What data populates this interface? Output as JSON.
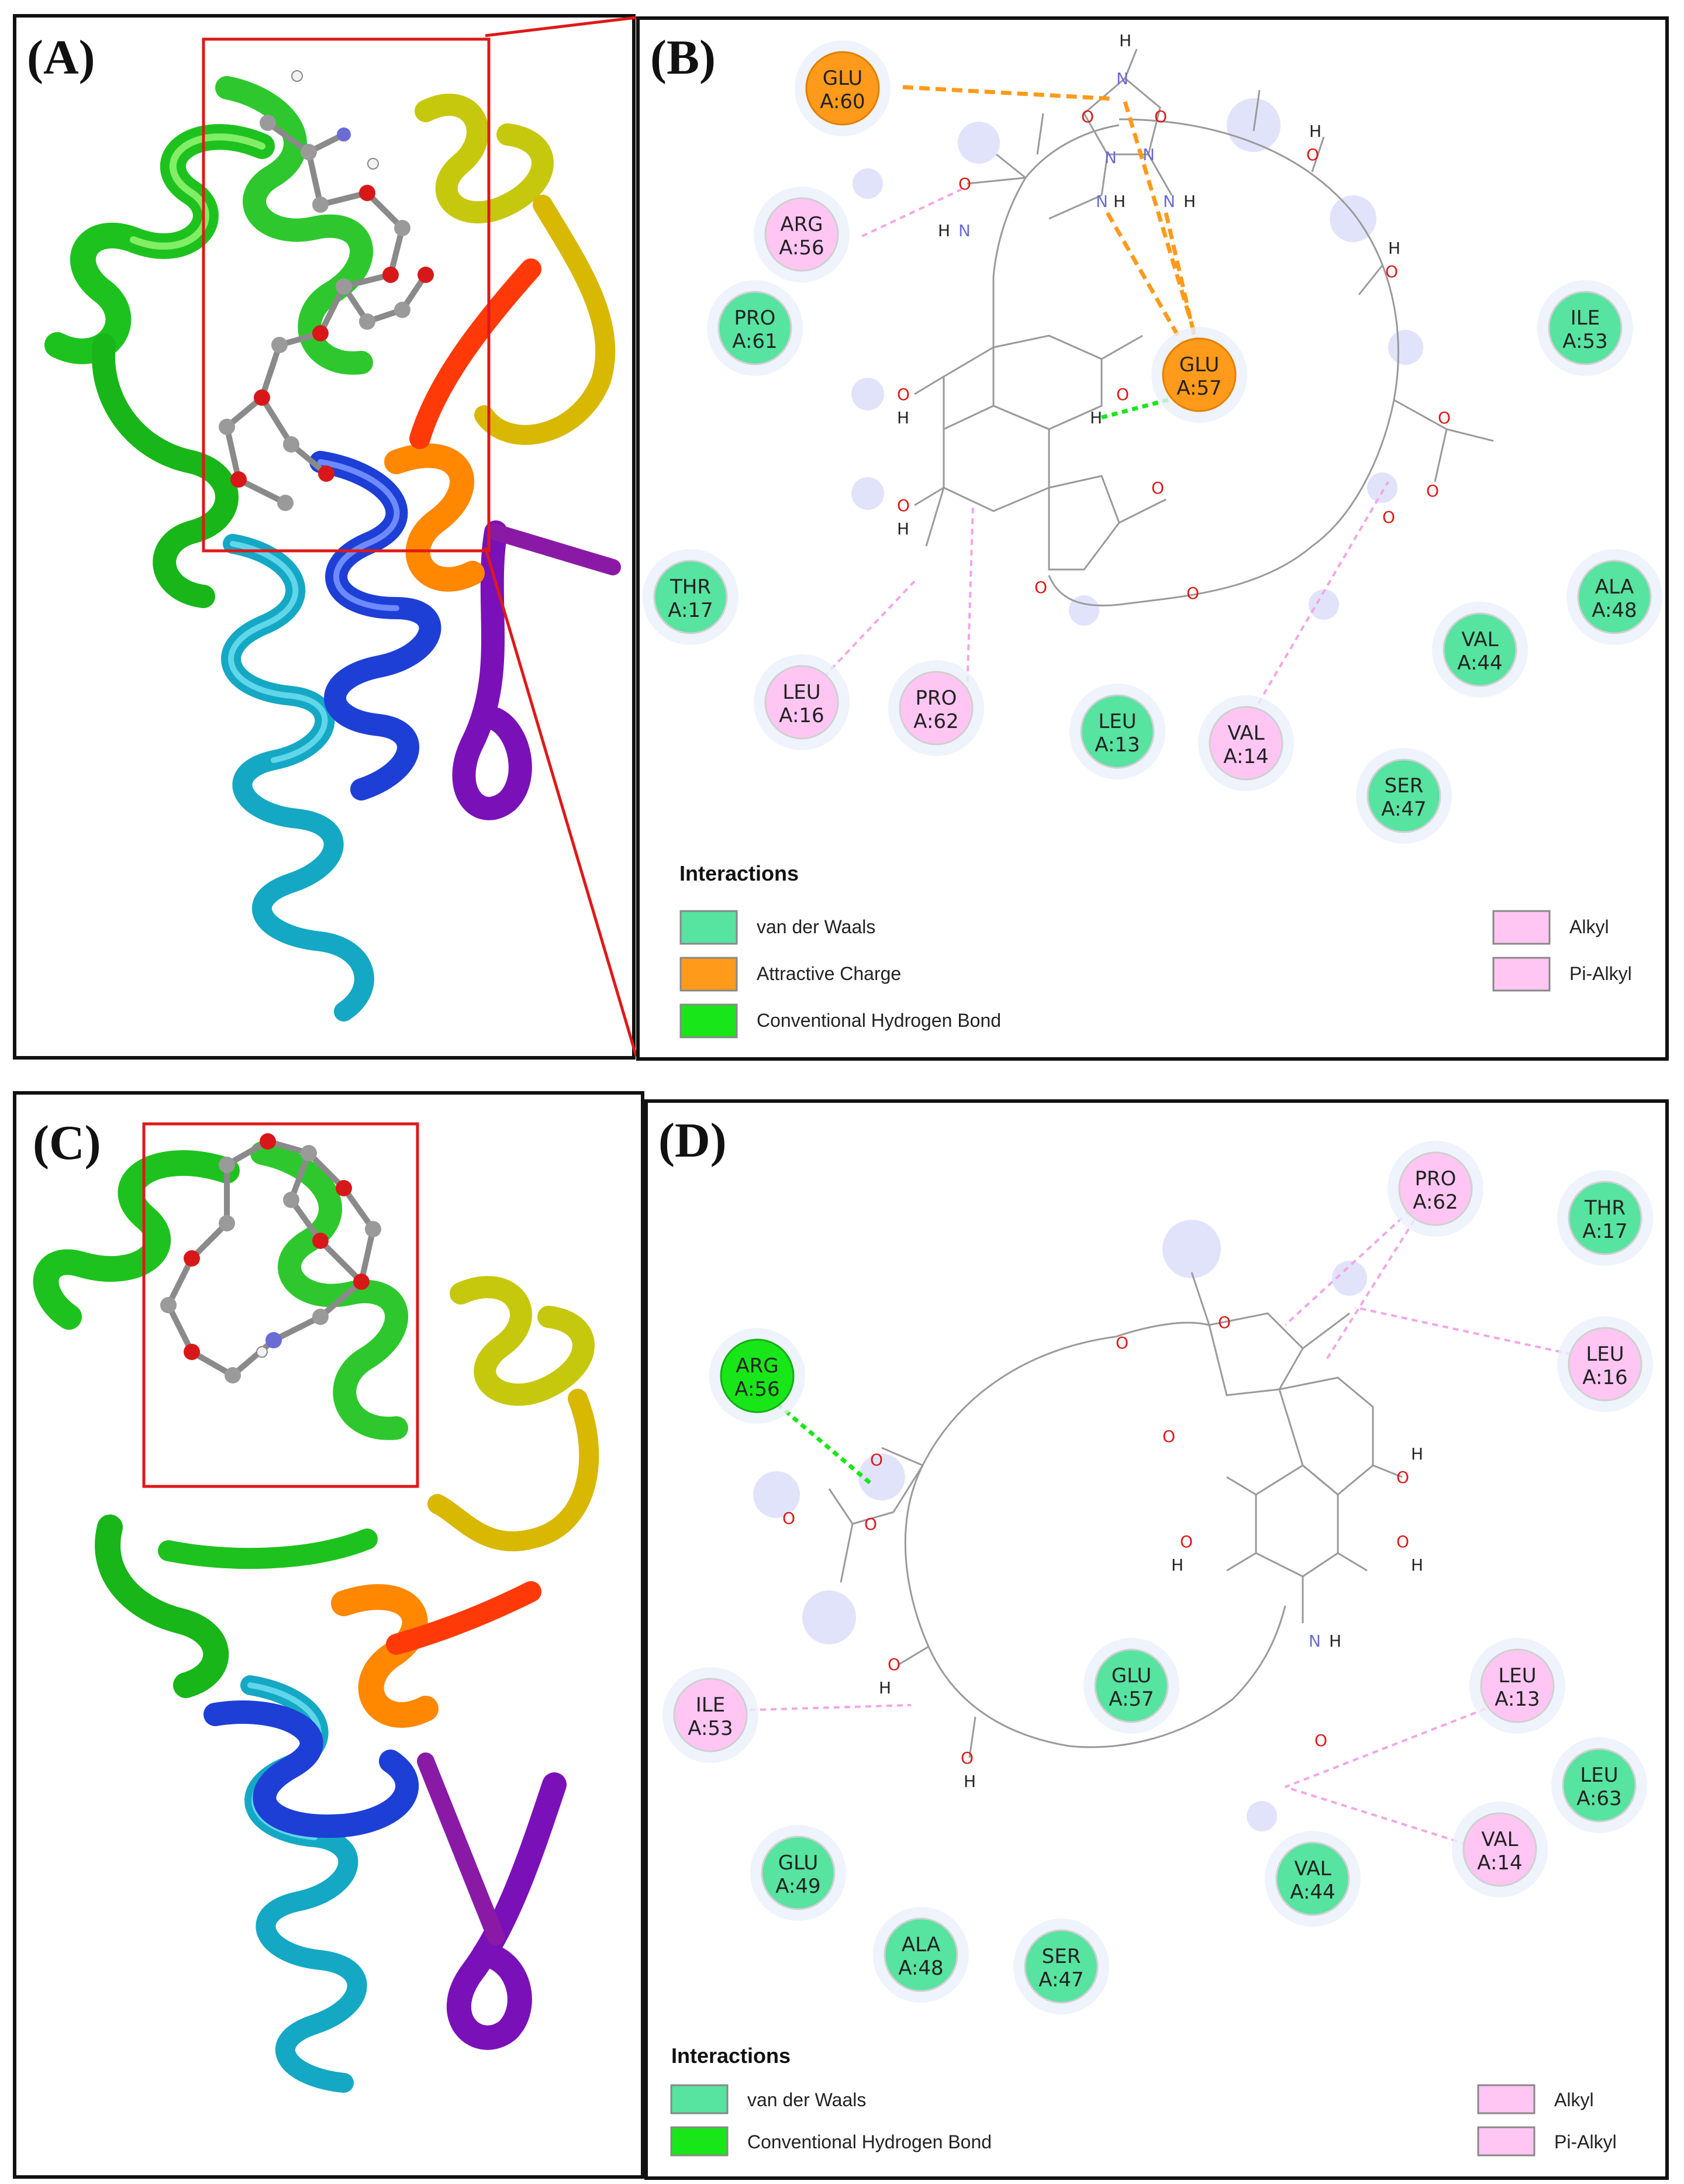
{
  "panels": {
    "A": "(A)",
    "B": "(B)",
    "C": "(C)",
    "D": "(D)"
  },
  "legend_top": {
    "title": "Interactions",
    "items": [
      {
        "label": "van der Waals",
        "color": "#57e3a0"
      },
      {
        "label": "Attractive Charge",
        "color": "#ff9a1a"
      },
      {
        "label": "Conventional Hydrogen Bond",
        "color": "#19e619"
      },
      {
        "label": "Alkyl",
        "color": "#ffc6f3"
      },
      {
        "label": "Pi-Alkyl",
        "color": "#ffc6f3"
      }
    ]
  },
  "legend_bottom": {
    "title": "Interactions",
    "items": [
      {
        "label": "van der Waals",
        "color": "#57e3a0"
      },
      {
        "label": "Conventional Hydrogen Bond",
        "color": "#19e619"
      },
      {
        "label": "Alkyl",
        "color": "#ffc6f3"
      },
      {
        "label": "Pi-Alkyl",
        "color": "#ffc6f3"
      }
    ]
  },
  "residues_B": [
    {
      "name": "GLU",
      "chain": "A:60",
      "type": "charge"
    },
    {
      "name": "ARG",
      "chain": "A:56",
      "type": "alkyl"
    },
    {
      "name": "PRO",
      "chain": "A:61",
      "type": "vdw"
    },
    {
      "name": "GLU",
      "chain": "A:57",
      "type": "charge"
    },
    {
      "name": "ILE",
      "chain": "A:53",
      "type": "vdw"
    },
    {
      "name": "THR",
      "chain": "A:17",
      "type": "vdw"
    },
    {
      "name": "ALA",
      "chain": "A:48",
      "type": "vdw"
    },
    {
      "name": "VAL",
      "chain": "A:44",
      "type": "vdw"
    },
    {
      "name": "LEU",
      "chain": "A:16",
      "type": "alkyl"
    },
    {
      "name": "PRO",
      "chain": "A:62",
      "type": "alkyl"
    },
    {
      "name": "LEU",
      "chain": "A:13",
      "type": "vdw"
    },
    {
      "name": "VAL",
      "chain": "A:14",
      "type": "alkyl"
    },
    {
      "name": "SER",
      "chain": "A:47",
      "type": "vdw"
    }
  ],
  "residues_D": [
    {
      "name": "PRO",
      "chain": "A:62",
      "type": "alkyl"
    },
    {
      "name": "THR",
      "chain": "A:17",
      "type": "vdw"
    },
    {
      "name": "ARG",
      "chain": "A:56",
      "type": "hbond"
    },
    {
      "name": "LEU",
      "chain": "A:16",
      "type": "alkyl"
    },
    {
      "name": "GLU",
      "chain": "A:57",
      "type": "vdw"
    },
    {
      "name": "ILE",
      "chain": "A:53",
      "type": "alkyl"
    },
    {
      "name": "LEU",
      "chain": "A:13",
      "type": "alkyl"
    },
    {
      "name": "LEU",
      "chain": "A:63",
      "type": "vdw"
    },
    {
      "name": "VAL",
      "chain": "A:14",
      "type": "alkyl"
    },
    {
      "name": "GLU",
      "chain": "A:49",
      "type": "vdw"
    },
    {
      "name": "VAL",
      "chain": "A:44",
      "type": "vdw"
    },
    {
      "name": "ALA",
      "chain": "A:48",
      "type": "vdw"
    },
    {
      "name": "SER",
      "chain": "A:47",
      "type": "vdw"
    }
  ],
  "atoms": {
    "O": "O",
    "H": "H",
    "N": "N",
    "NH": "N",
    "HN": "H"
  }
}
